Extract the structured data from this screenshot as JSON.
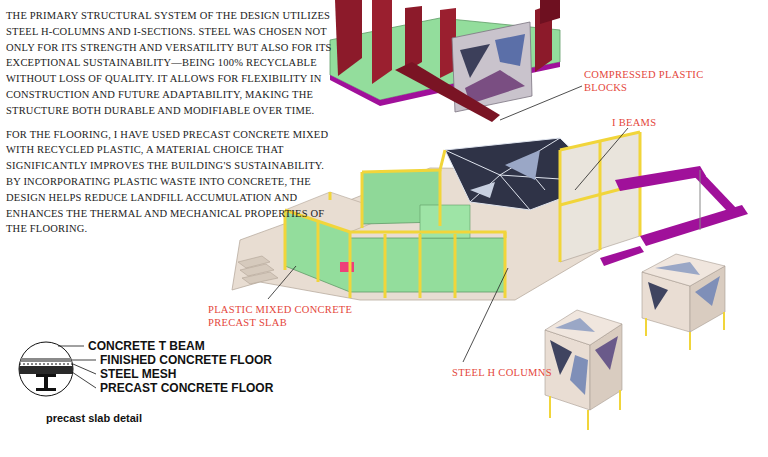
{
  "diagram": {
    "labels": [
      "THE PRIMARY STRUCTURAL SYSTEM OF THE DESIGN UTILIZES STEEL H-COLUMNS AND I-SECTIONS. STEEL WAS CHOSEN NOT ONLY FOR ITS STRENGTH AND VERSATILITY BUT ALSO FOR ITS EXCEPTIONAL SUSTAINABILITY—BEING 100% RECYCLABLE WITHOUT LOSS OF QUALITY. IT ALLOWS FOR FLEXIBILITY IN CONSTRUCTION AND FUTURE ADAPTABILITY, MAKING THE STRUCTURE BOTH DURABLE AND MODIFIABLE OVER TIME.",
      "FOR THE FLOORING, I HAVE USED PRECAST CONCRETE MIXED WITH RECYCLED PLASTIC, A MATERIAL CHOICE THAT SIGNIFICANTLY IMPROVES THE BUILDING'S SUSTAINABILITY. BY INCORPORATING PLASTIC WASTE INTO CONCRETE, THE DESIGN HELPS REDUCE LANDFILL ACCUMULATION AND ENHANCES THE THERMAL AND MECHANICAL PROPERTIES OF THE FLOORING.",
      "COMPRESSED PLASTIC BLOCKS",
      "I BEAMS",
      "PLASTIC MIXED CONCRETE PRECAST SLAB",
      "STEEL H COLUMNS",
      "CONCRETE T BEAM",
      "FINISHED CONCRETE FLOOR",
      "STEEL MESH",
      "PRECAST CONCRETE FLOOR",
      "precast slab detail"
    ]
  }
}
